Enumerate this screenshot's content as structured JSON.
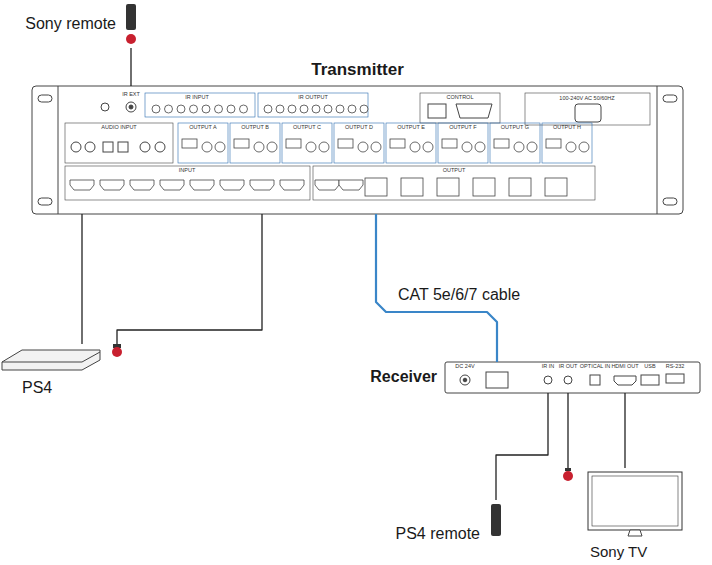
{
  "diagram": {
    "nodes": [
      {
        "text": [
          "Sony remote"
        ]
      },
      {
        "text": [
          "Transmitter"
        ]
      },
      {
        "text": [
          "PS4"
        ]
      },
      {
        "text": [
          "Receiver"
        ]
      },
      {
        "text": [
          "PS4 remote"
        ]
      },
      {
        "text": [
          "Sony TV"
        ]
      }
    ],
    "edges": [
      {
        "from": 0,
        "to": 1,
        "arrow": "none"
      },
      {
        "from": 1,
        "to": 2,
        "arrow": "none"
      },
      {
        "from": 1,
        "to": 2,
        "arrow": "none"
      },
      {
        "from": 1,
        "to": 3,
        "label": "CAT 5e/6/7 cable",
        "arrow": "none"
      },
      {
        "from": 3,
        "to": 4,
        "arrow": "none"
      },
      {
        "from": 3,
        "to": 5,
        "arrow": "none"
      },
      {
        "from": 3,
        "to": 5,
        "arrow": "none"
      }
    ],
    "labels": [
      "IR EXT",
      "IR INPUT",
      "IR OUTPUT",
      "CONTROL",
      "100-240V AC 50/60HZ",
      "AUDIO INPUT",
      "OUTPUT A",
      "OUTPUT B",
      "OUTPUT C",
      "OUTPUT D",
      "OUTPUT E",
      "OUTPUT F",
      "OUTPUT G",
      "OUTPUT H",
      "INPUT",
      "OUTPUT",
      "DC 24V",
      "IR IN",
      "IR OUT",
      "OPTICAL IN",
      "HDMI OUT",
      "USB",
      "RS-232"
    ]
  }
}
